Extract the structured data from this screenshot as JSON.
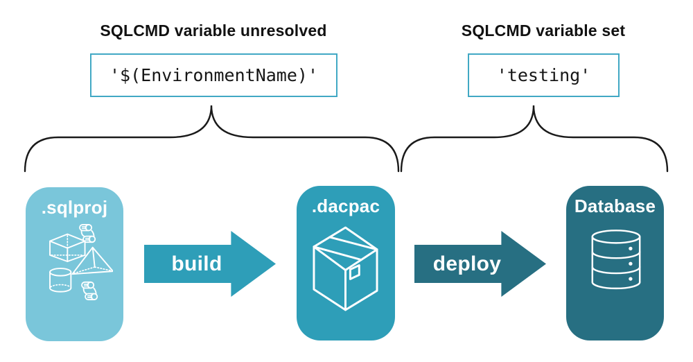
{
  "colors": {
    "light_teal": "#7AC6DA",
    "mid_teal": "#2E9EB8",
    "dark_teal": "#276F82",
    "box_border": "#41A8C4",
    "brace": "#1a1a1a"
  },
  "annotations": {
    "unresolved": {
      "title": "SQLCMD variable unresolved",
      "value": "'$(EnvironmentName)'"
    },
    "resolved": {
      "title": "SQLCMD variable set",
      "value": "'testing'"
    }
  },
  "pipeline": {
    "stages": [
      {
        "label": ".sqlproj",
        "icon": "sql-project-objects-icon"
      },
      {
        "label": ".dacpac",
        "icon": "package-icon"
      },
      {
        "label": "Database",
        "icon": "database-icon"
      }
    ],
    "arrows": [
      {
        "label": "build"
      },
      {
        "label": "deploy"
      }
    ]
  }
}
